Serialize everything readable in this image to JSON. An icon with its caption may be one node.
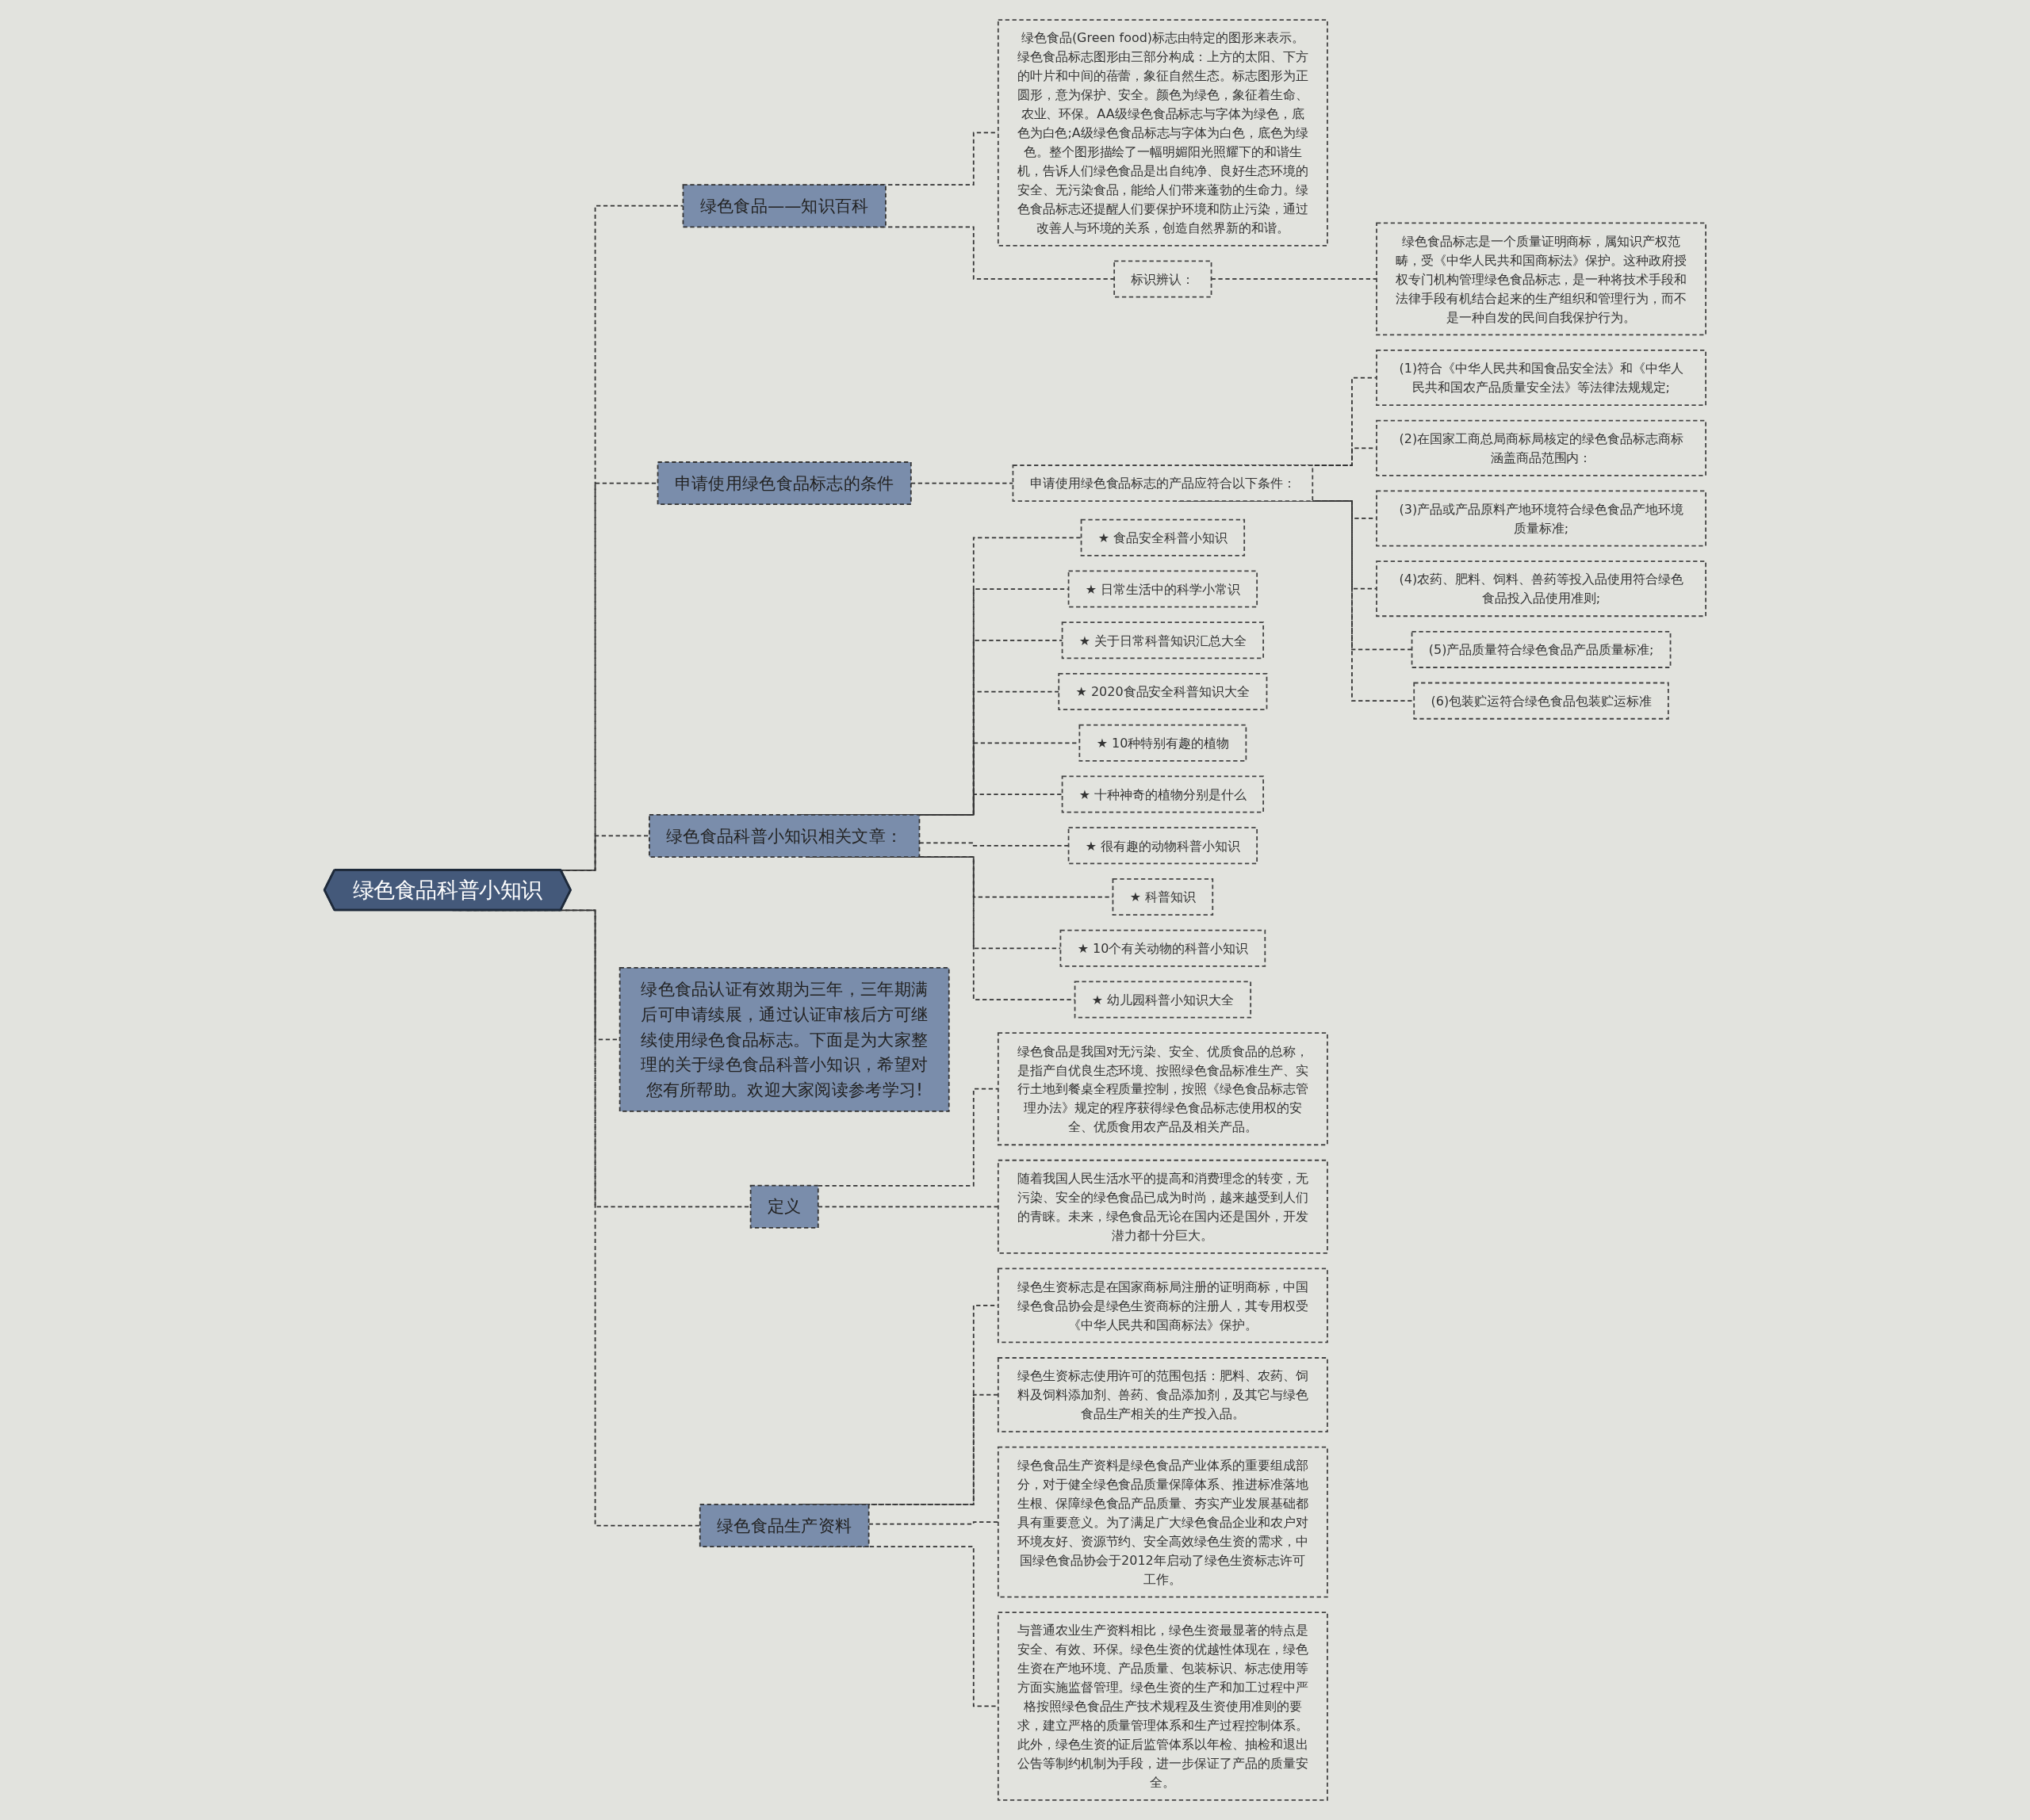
{
  "diagram": {
    "nodes": [
      {
        "text": [
          "绿色食品科普小知识"
        ]
      },
      {
        "text": [
          "绿色食品——知识百科"
        ]
      },
      {
        "text": [
          "绿色食品(Green food)标志由特定的图形来表示。绿色食品标志图形由三部分构成：上方的太阳、下方的叶片和中间的蓓蕾，象征自然生态。标志图形为正圆形，意为保护、安全。颜色为绿色，象征着生命、农业、环保。AA级绿色食品标志与字体为绿色，底色为白色;A级绿色食品标志与字体为白色，底色为绿色。整个图形描绘了一幅明媚阳光照耀下的和谐生机，告诉人们绿色食品是出自纯净、良好生态环境的安全、无污染食品，能给人们带来蓬勃的生命力。绿色食品标志还提醒人们要保护环境和防止污染，通过改善人与环境的关系，创造自然界新的和谐。"
        ]
      },
      {
        "text": [
          "标识辨认："
        ]
      },
      {
        "text": [
          "绿色食品标志是一个质量证明商标，属知识产权范畴，受《中华人民共和国商标法》保护。这种政府授权专门机构管理绿色食品标志，是一种将技术手段和法律手段有机结合起来的生产组织和管理行为，而不是一种自发的民间自我保护行为。"
        ]
      },
      {
        "text": [
          "申请使用绿色食品标志的条件"
        ]
      },
      {
        "text": [
          "申请使用绿色食品标志的产品应符合以下条件："
        ]
      },
      {
        "text": [
          "(1)符合《中华人民共和国食品安全法》和《中华人民共和国农产品质量安全法》等法律法规规定;"
        ]
      },
      {
        "text": [
          "(2)在国家工商总局商标局核定的绿色食品标志商标涵盖商品范围内："
        ]
      },
      {
        "text": [
          "(3)产品或产品原料产地环境符合绿色食品产地环境质量标准;"
        ]
      },
      {
        "text": [
          "(4)农药、肥料、饲料、兽药等投入品使用符合绿色食品投入品使用准则;"
        ]
      },
      {
        "text": [
          "(5)产品质量符合绿色食品产品质量标准;"
        ]
      },
      {
        "text": [
          "(6)包装贮运符合绿色食品包装贮运标准"
        ]
      },
      {
        "text": [
          "绿色食品科普小知识相关文章："
        ]
      },
      {
        "text": [
          "★ 食品安全科普小知识"
        ]
      },
      {
        "text": [
          "★ 日常生活中的科学小常识"
        ]
      },
      {
        "text": [
          "★ 关于日常科普知识汇总大全"
        ]
      },
      {
        "text": [
          "★ 2020食品安全科普知识大全"
        ]
      },
      {
        "text": [
          "★ 10种特别有趣的植物"
        ]
      },
      {
        "text": [
          "★ 十种神奇的植物分别是什么"
        ]
      },
      {
        "text": [
          "★ 很有趣的动物科普小知识"
        ]
      },
      {
        "text": [
          "★ 科普知识"
        ]
      },
      {
        "text": [
          "★ 10个有关动物的科普小知识"
        ]
      },
      {
        "text": [
          "★ 幼儿园科普小知识大全"
        ]
      },
      {
        "text": [
          "绿色食品认证有效期为三年，三年期满后可申请续展，通过认证审核后方可继续使用绿色食品标志。下面是为大家整理的关于绿色食品科普小知识，希望对您有所帮助。欢迎大家阅读参考学习!"
        ]
      },
      {
        "text": [
          "定义"
        ]
      },
      {
        "text": [
          "绿色食品是我国对无污染、安全、优质食品的总称，是指产自优良生态环境、按照绿色食品标准生产、实行土地到餐桌全程质量控制，按照《绿色食品标志管理办法》规定的程序获得绿色食品标志使用权的安全、优质食用农产品及相关产品。"
        ]
      },
      {
        "text": [
          "随着我国人民生活水平的提高和消费理念的转变，无污染、安全的绿色食品已成为时尚，越来越受到人们的青睐。未来，绿色食品无论在国内还是国外，开发潜力都十分巨大。"
        ]
      },
      {
        "text": [
          "绿色食品生产资料"
        ]
      },
      {
        "text": [
          "绿色生资标志是在国家商标局注册的证明商标，中国绿色食品协会是绿色生资商标的注册人，其专用权受《中华人民共和国商标法》保护。"
        ]
      },
      {
        "text": [
          "绿色生资标志使用许可的范围包括：肥料、农药、饲料及饲料添加剂、兽药、食品添加剂，及其它与绿色食品生产相关的生产投入品。"
        ]
      },
      {
        "text": [
          "绿色食品生产资料是绿色食品产业体系的重要组成部分，对于健全绿色食品质量保障体系、推进标准落地生根、保障绿色食品产品质量、夯实产业发展基础都具有重要意义。为了满足广大绿色食品企业和农户对环境友好、资源节约、安全高效绿色生资的需求，中国绿色食品协会于2012年启动了绿色生资标志许可工作。"
        ]
      },
      {
        "text": [
          "与普通农业生产资料相比，绿色生资最显著的特点是安全、有效、环保。绿色生资的优越性体现在，绿色生资在产地环境、产品质量、包装标识、标志使用等方面实施监督管理。绿色生资的生产和加工过程中严格按照绿色食品生产技术规程及生资使用准则的要求，建立严格的质量管理体系和生产过程控制体系。此外，绿色生资的证后监管体系以年检、抽检和退出公告等制约机制为手段，进一步保证了产品的质量安全。"
        ]
      }
    ],
    "edges": [
      {
        "from": 0,
        "to": 1,
        "arrow": "none",
        "style": "dashed"
      },
      {
        "from": 1,
        "to": 2,
        "arrow": "none",
        "style": "dashed"
      },
      {
        "from": 1,
        "to": 3,
        "arrow": "none",
        "style": "dashed"
      },
      {
        "from": 3,
        "to": 4,
        "arrow": "none",
        "style": "dashed"
      },
      {
        "from": 0,
        "to": 5,
        "arrow": "none",
        "style": "dashed"
      },
      {
        "from": 5,
        "to": 6,
        "arrow": "none",
        "style": "dashed"
      },
      {
        "from": 6,
        "to": 7,
        "arrow": "none",
        "style": "dashed"
      },
      {
        "from": 6,
        "to": 8,
        "arrow": "none",
        "style": "dashed"
      },
      {
        "from": 6,
        "to": 9,
        "arrow": "none",
        "style": "dashed"
      },
      {
        "from": 6,
        "to": 10,
        "arrow": "none",
        "style": "dashed"
      },
      {
        "from": 6,
        "to": 11,
        "arrow": "none",
        "style": "dashed"
      },
      {
        "from": 6,
        "to": 12,
        "arrow": "none",
        "style": "dashed"
      },
      {
        "from": 0,
        "to": 13,
        "arrow": "none",
        "style": "dashed"
      },
      {
        "from": 13,
        "to": 14,
        "arrow": "none",
        "style": "dashed"
      },
      {
        "from": 13,
        "to": 15,
        "arrow": "none",
        "style": "dashed"
      },
      {
        "from": 13,
        "to": 16,
        "arrow": "none",
        "style": "dashed"
      },
      {
        "from": 13,
        "to": 17,
        "arrow": "none",
        "style": "dashed"
      },
      {
        "from": 13,
        "to": 18,
        "arrow": "none",
        "style": "dashed"
      },
      {
        "from": 13,
        "to": 19,
        "arrow": "none",
        "style": "dashed"
      },
      {
        "from": 13,
        "to": 20,
        "arrow": "none",
        "style": "dashed"
      },
      {
        "from": 13,
        "to": 21,
        "arrow": "none",
        "style": "dashed"
      },
      {
        "from": 13,
        "to": 22,
        "arrow": "none",
        "style": "dashed"
      },
      {
        "from": 13,
        "to": 23,
        "arrow": "none",
        "style": "dashed"
      },
      {
        "from": 0,
        "to": 24,
        "arrow": "none",
        "style": "dashed"
      },
      {
        "from": 0,
        "to": 25,
        "arrow": "none",
        "style": "dashed"
      },
      {
        "from": 25,
        "to": 26,
        "arrow": "none",
        "style": "dashed"
      },
      {
        "from": 25,
        "to": 27,
        "arrow": "none",
        "style": "dashed"
      },
      {
        "from": 0,
        "to": 28,
        "arrow": "none",
        "style": "dashed"
      },
      {
        "from": 28,
        "to": 29,
        "arrow": "none",
        "style": "dashed"
      },
      {
        "from": 28,
        "to": 30,
        "arrow": "none",
        "style": "dashed"
      },
      {
        "from": 28,
        "to": 31,
        "arrow": "none",
        "style": "dashed"
      },
      {
        "from": 28,
        "to": 32,
        "arrow": "none",
        "style": "dashed"
      }
    ]
  }
}
